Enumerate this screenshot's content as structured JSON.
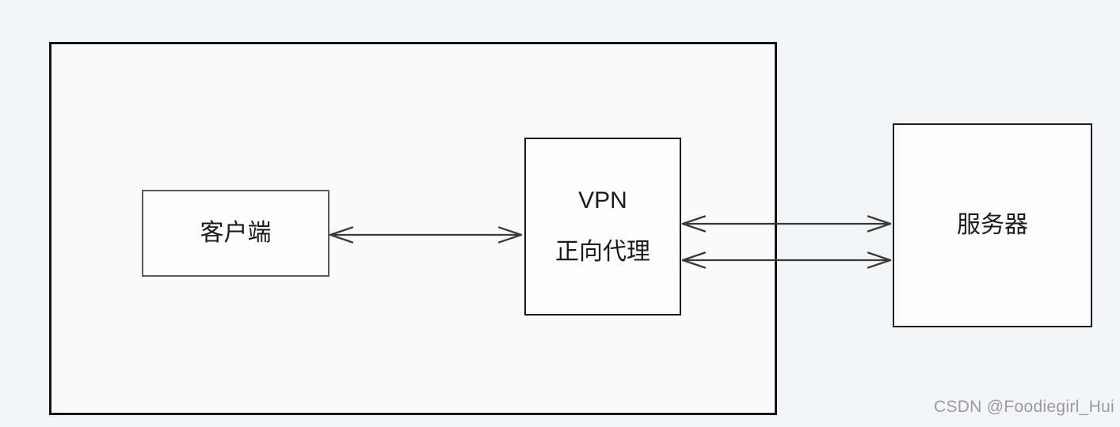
{
  "diagram": {
    "type": "network-diagram",
    "nodes": {
      "client": {
        "label": "客户端"
      },
      "proxy": {
        "label_line1": "VPN",
        "label_line2": "正向代理"
      },
      "server": {
        "label": "服务器"
      }
    },
    "connections": [
      {
        "from": "client",
        "to": "proxy",
        "style": "double-headed-open-arrow"
      },
      {
        "from": "proxy",
        "to": "server",
        "style": "double-headed-open-arrow"
      },
      {
        "from": "proxy",
        "to": "server",
        "style": "double-headed-open-arrow"
      }
    ],
    "boundary": {
      "encloses": [
        "client",
        "proxy-partial"
      ]
    }
  },
  "watermark": {
    "text": "CSDN @Foodiegirl_Hui"
  },
  "theme": {
    "page-bg": "#f4f5f7",
    "canvas-fill": "#fafafb",
    "box-fill": "#fcfcfd",
    "box-border": "#1d1d1f",
    "client-border": "#5c5c5c",
    "boundary-border": "#131417",
    "arrow-stroke": "#3a3a3a",
    "text-color": "#1c1c1e",
    "watermark-color": "#9b9b9d"
  }
}
